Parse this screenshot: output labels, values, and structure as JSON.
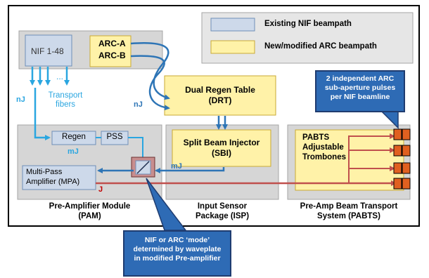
{
  "legend": {
    "existing_label": "Existing NIF beampath",
    "new_label": "New/modified ARC beampath",
    "existing_color": "#cdd9ea",
    "new_color": "#fff2a8"
  },
  "nif_box": "NIF 1-48",
  "arc_a": "ARC-A",
  "arc_b": "ARC-B",
  "ellipsis": "...",
  "nj_left": "nJ",
  "transport_fibers": [
    "Transport",
    "fibers"
  ],
  "nj_mid": "nJ",
  "drt": [
    "Dual Regen Table",
    "(DRT)"
  ],
  "sbi": [
    "Split Beam Injector",
    "(SBI)"
  ],
  "regen": "Regen",
  "pss": "PSS",
  "mj_left": "mJ",
  "mj_right": "mJ",
  "mpa": [
    "Multi-Pass",
    "Amplifier (MPA)"
  ],
  "j_label": "J",
  "pabts_label": [
    "PABTS",
    "Adjustable",
    "Trombones"
  ],
  "pam_caption": [
    "Pre-Amplifier Module",
    "(PAM)"
  ],
  "isp_caption": [
    "Input Sensor",
    "Package (ISP)"
  ],
  "pabts_caption": [
    "Pre-Amp Beam Transport",
    "System (PABTS)"
  ],
  "callout_top": [
    "2 independent ARC",
    "sub-aperture pulses",
    "per NIF beamline"
  ],
  "callout_bottom": [
    "NIF or ARC ‘mode’",
    "determined by waveplate",
    "in modified Pre-amplifier"
  ],
  "colors": {
    "gray_panel": "#d6d6d6",
    "blue_box": "#cdd9ea",
    "yellow_box": "#fff2a8",
    "light_blue": "#2aa6e0",
    "dark_blue": "#2e75b6",
    "red_line": "#c0504d",
    "callout": "#2e6bb5"
  }
}
